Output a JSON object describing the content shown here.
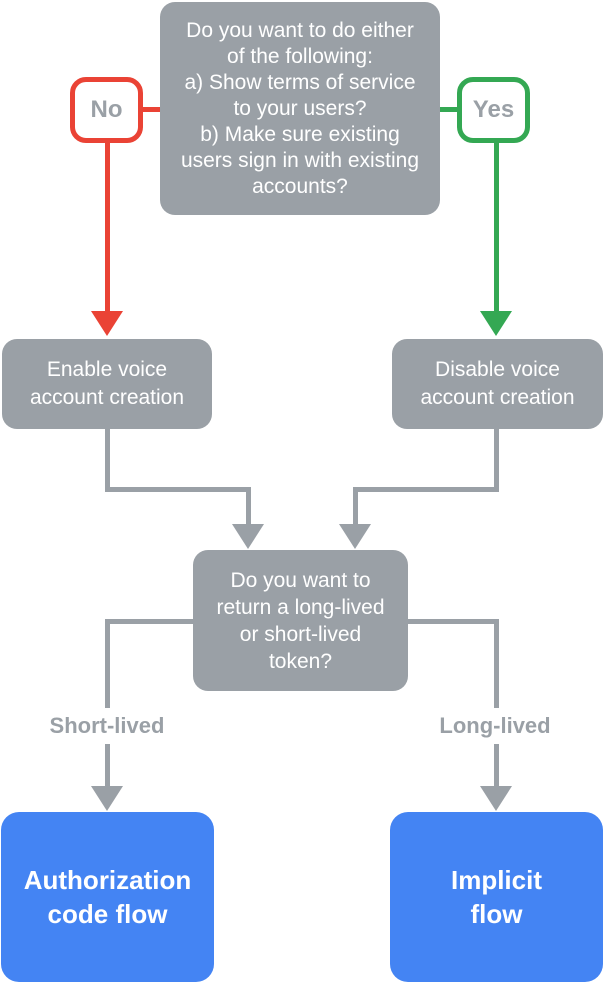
{
  "colors": {
    "node_gray": "#9AA0A6",
    "line_gray": "#9AA0A6",
    "red": "#EA4335",
    "green": "#34A853",
    "blue": "#4484F3",
    "label_text": "#9AA0A6",
    "node_text": "#FFFFFF",
    "bg": "#FFFFFF"
  },
  "flowchart": {
    "top_question": "Do you want to do either\nof the following:\na) Show terms of service\nto your users?\nb) Make sure existing\nusers sign in with existing\naccounts?",
    "no_label": "No",
    "yes_label": "Yes",
    "enable_node": "Enable voice\naccount creation",
    "disable_node": "Disable voice\naccount creation",
    "token_question": "Do you want to\nreturn a long-lived\nor short-lived\ntoken?",
    "short_lived_label": "Short-lived",
    "long_lived_label": "Long-lived",
    "auth_code_node": "Authorization\ncode flow",
    "implicit_node": "Implicit\nflow"
  }
}
